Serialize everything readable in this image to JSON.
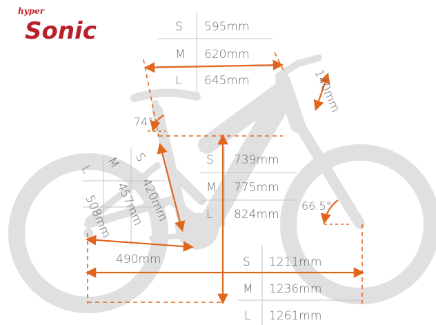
{
  "brand": {
    "prefix": "hyper",
    "name": "Sonic",
    "color": "#b8202c"
  },
  "colors": {
    "accent": "#e2651e",
    "bike": "#e0e0e0",
    "text": "#6a6a6a",
    "grid": "#c4c4c4"
  },
  "reach_table": [
    {
      "size": "S",
      "value": "595mm"
    },
    {
      "size": "M",
      "value": "620mm"
    },
    {
      "size": "L",
      "value": "645mm"
    }
  ],
  "stack_table": [
    {
      "size": "S",
      "value": "739mm"
    },
    {
      "size": "M",
      "value": "775mm"
    },
    {
      "size": "L",
      "value": "824mm"
    }
  ],
  "wheelbase_table": [
    {
      "size": "S",
      "value": "1211mm"
    },
    {
      "size": "M",
      "value": "1236mm"
    },
    {
      "size": "L",
      "value": "1261mm"
    }
  ],
  "seat_tube_table": [
    {
      "size": "S",
      "value": "420mm"
    },
    {
      "size": "M",
      "value": "457mm"
    },
    {
      "size": "L",
      "value": "508mm"
    }
  ],
  "head_tube_length": "140mm",
  "chainstay_length": "490mm",
  "seat_angle": "74°",
  "head_angle": "66.5°"
}
